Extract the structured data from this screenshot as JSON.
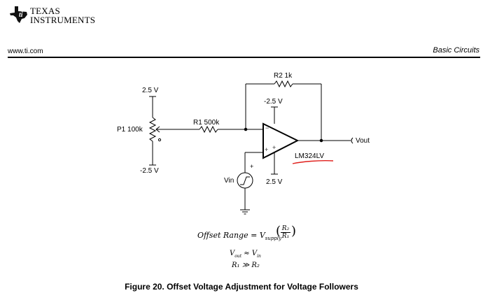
{
  "header": {
    "brand_line1": "Texas",
    "brand_line2": "Instruments",
    "url": "www.ti.com",
    "section": "Basic Circuits"
  },
  "schematic": {
    "labels": {
      "p1_top_supply": "2.5 V",
      "p1_bottom_supply": "-2.5 V",
      "p1": "P1 100k",
      "r1": "R1 500k",
      "r2": "R2 1k",
      "opamp_neg_supply": "-2.5 V",
      "opamp_pos_supply": "2.5 V",
      "opamp_part": "LM324LV",
      "output": "Vout",
      "source": "Vin",
      "inv_input": "−",
      "noninv_input": "+",
      "supply_plus": "+",
      "source_plus": "+"
    },
    "annotation_color": "#e0201c"
  },
  "equations": {
    "offset_lhs": "Offset Range = V",
    "offset_sub": "supply",
    "ratio_num": "R₂",
    "ratio_den": "R₁",
    "eq2_lhs": "V",
    "eq2_lhs_sub": "out",
    "eq2_op": " ≈ V",
    "eq2_rhs_sub": "in",
    "eq3": "R₁ ≫ R₂"
  },
  "caption": "Figure 20. Offset Voltage Adjustment for Voltage Followers"
}
